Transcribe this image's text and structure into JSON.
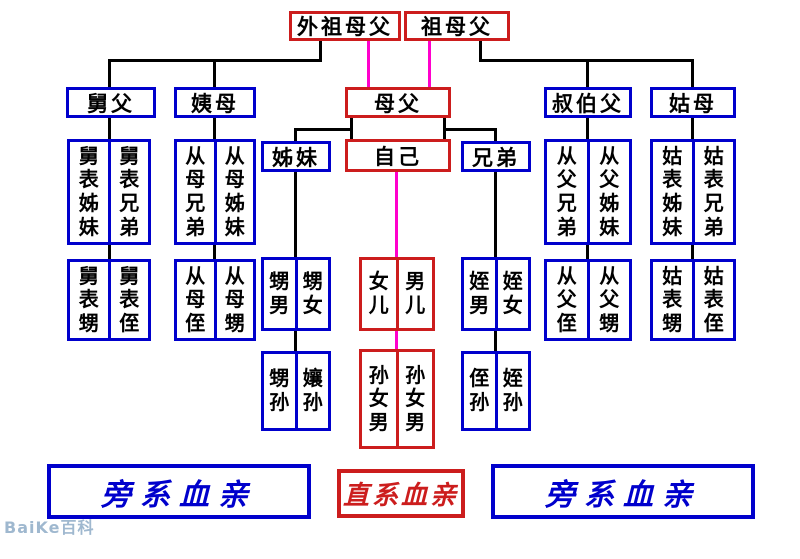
{
  "colors": {
    "collateral_blue": "#0000cc",
    "direct_red": "#cc1d1d",
    "lineage_magenta": "#ff00cc",
    "connector_black": "#000000",
    "watermark_blue": "#9fb8cf"
  },
  "watermark": "BaiKe百科",
  "legend": {
    "left": "旁系血亲",
    "center": "直系血亲",
    "right": "旁系血亲"
  },
  "boxes": {
    "maternal_grandparents": "外祖母父",
    "paternal_grandparents": "祖母父",
    "mothers_brother": "舅父",
    "mothers_sister": "姨母",
    "parents": "母父",
    "fathers_brothers": "叔伯父",
    "fathers_sister": "姑母",
    "jiubiao_zimei": "舅表姊妹",
    "jiubiao_xiongdi": "舅表兄弟",
    "congmu_xiongdi": "从母兄弟",
    "congmu_zimei": "从母姊妹",
    "sisters": "姊妹",
    "self": "自己",
    "brothers": "兄弟",
    "congfu_xiongdi": "从父兄弟",
    "congfu_zimei": "从父姊妹",
    "gubiao_zimei": "姑表姊妹",
    "gubiao_xiongdi": "姑表兄弟",
    "jiubiao_sheng": "舅表甥",
    "jiubiao_zhi": "舅表侄",
    "congmu_zhi": "从母侄",
    "congmu_sheng": "从母甥",
    "sheng_nan": "甥男",
    "sheng_nv": "甥女",
    "daughter": "女儿",
    "son": "男儿",
    "zhi_nan": "姪男",
    "zhi_nv": "姪女",
    "congfu_zhi": "从父侄",
    "congfu_sheng": "从父甥",
    "gubiao_sheng": "姑表甥",
    "gubiao_zhi": "姑表侄",
    "sheng_sun": "甥孙",
    "niang_sun": "孃孙",
    "grandchildren_left": "孙女男",
    "grandchildren_right": "孙女男",
    "zhi_sun_left": "侄孙",
    "zhi_sun_right": "姪孙"
  }
}
